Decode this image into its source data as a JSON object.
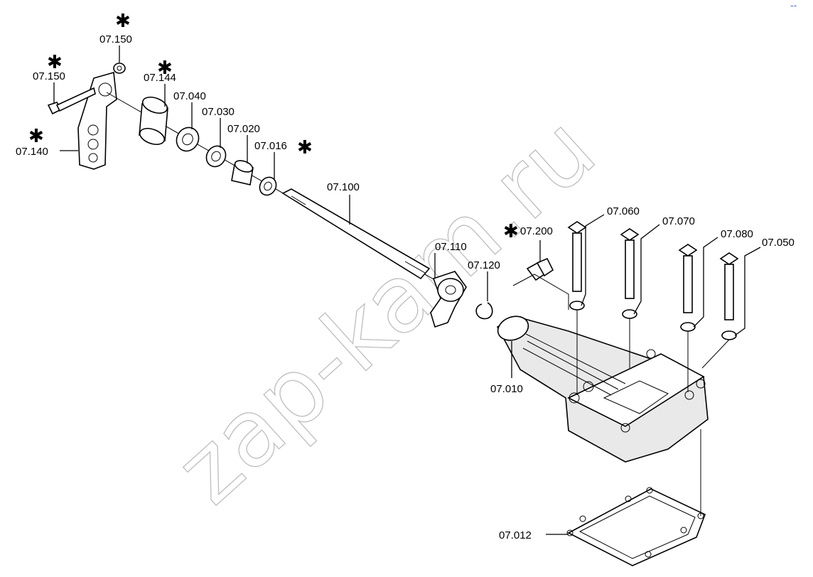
{
  "watermark": "zap-kam.ru",
  "star_glyph": "✱",
  "corner_mark": "--",
  "labels": {
    "p07_150_top": "07.150",
    "p07_150_left": "07.150",
    "p07_144": "07.144",
    "p07_140": "07.140",
    "p07_040": "07.040",
    "p07_030": "07.030",
    "p07_020": "07.020",
    "p07_016": "07.016",
    "p07_100": "07.100",
    "p07_110": "07.110",
    "p07_120": "07.120",
    "p07_200": "07.200",
    "p07_060": "07.060",
    "p07_070": "07.070",
    "p07_080": "07.080",
    "p07_050": "07.050",
    "p07_010": "07.010",
    "p07_012": "07.012"
  }
}
